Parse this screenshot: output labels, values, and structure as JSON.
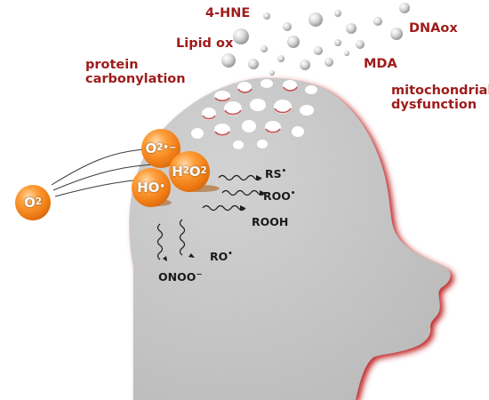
{
  "colors": {
    "head_fill": "#c4c4c4",
    "head_edge": "#b7272a",
    "label_red": "#9e1b1b",
    "ball_orange": "#f08a1e"
  },
  "oxidants": {
    "o2": {
      "main": "O",
      "sub": "2"
    },
    "superoxide": {
      "main": "O",
      "sub": "2",
      "sup": "•−"
    },
    "h2o2": {
      "a": "H",
      "sub1": "2",
      "b": "O",
      "sub2": "2"
    },
    "hydroxyl": {
      "main": "HO",
      "sup": "•"
    }
  },
  "radicals": {
    "rs": {
      "main": "RS",
      "sup": "•"
    },
    "roo": {
      "main": "ROO",
      "sup": "•"
    },
    "rooh": {
      "main": "ROOH"
    },
    "ro": {
      "main": "RO",
      "sup": "•"
    },
    "onoo": {
      "main": "ONOO",
      "sup": "−"
    }
  },
  "damage_labels": {
    "hne": "4-HNE",
    "dnaox": "DNAox",
    "lipid_ox": "Lipid ox",
    "mda": "MDA",
    "protein_carbonylation": [
      "protein",
      "carbonylation"
    ],
    "mitochondrial_dysfunction": [
      "mitochondrial",
      "dysfunction"
    ]
  }
}
